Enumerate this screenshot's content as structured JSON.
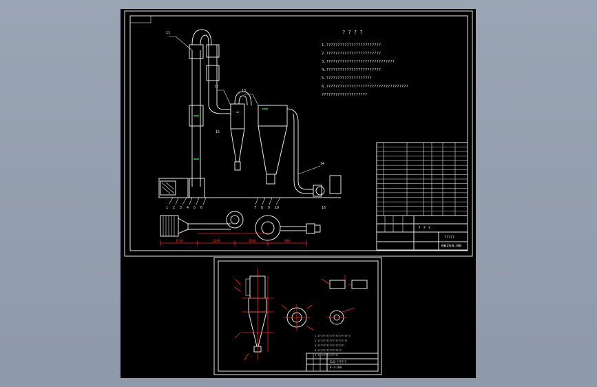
{
  "viewport": {
    "background": "#98a3b2"
  },
  "colors": {
    "sheet": "#000000",
    "line": "#e8e8e8",
    "dimension": "#ff2020",
    "highlight": "#22dd22"
  },
  "drawing_upper": {
    "notes_title": "? ? ? ?",
    "notes": [
      "1.????????????????????????",
      "2.????????????????????????",
      "3.??????????????????????????????",
      "4.????????????????????????",
      "5.????????????????????",
      "6.????????????????????????????????????",
      "  ????????????????????"
    ],
    "title_block": {
      "center_text": "? ? ?",
      "sub_text": "?????",
      "drawing_no": "06250-00"
    },
    "balloons": [
      "1",
      "2",
      "3",
      "4",
      "5",
      "6",
      "7",
      "8",
      "9",
      "10",
      "11",
      "12",
      "13",
      "14",
      "15",
      "16"
    ],
    "dims": [
      "1750",
      "1200",
      "1500",
      "800"
    ]
  },
  "drawing_lower": {
    "notes": [
      "1.??????????????????????",
      "2.????????????????????",
      "3.??????????????????",
      "4.????????????????",
      "5.??????????????"
    ],
    "title_block": {
      "name": "CLS-??????",
      "drawing_no": "0-?-C09"
    }
  }
}
